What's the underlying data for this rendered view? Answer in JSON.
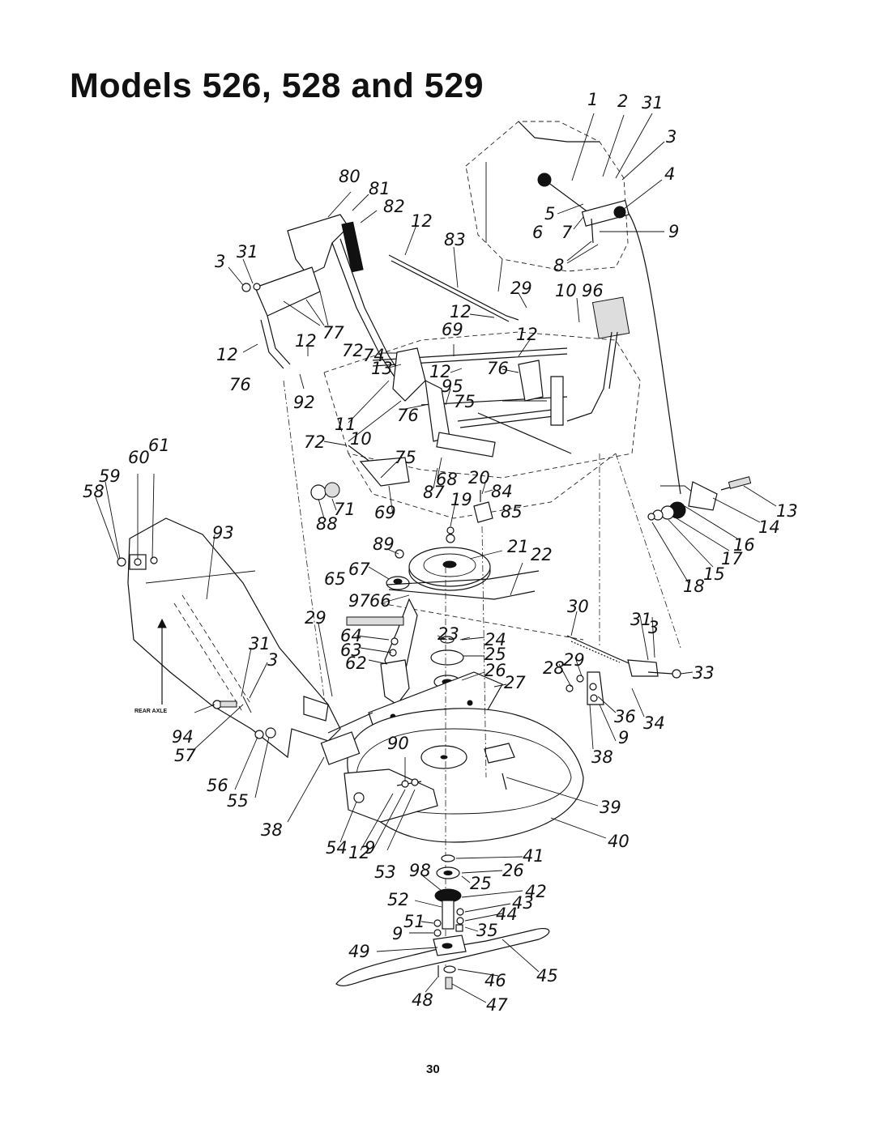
{
  "page": {
    "title": "Models 526, 528 and 529",
    "page_number": "30"
  },
  "labels": {
    "l1": "1",
    "l2": "2",
    "l31a": "31",
    "l3a": "3",
    "l4": "4",
    "l5": "5",
    "l6": "6",
    "l7": "7",
    "l9a": "9",
    "l8": "8",
    "l80": "80",
    "l81": "81",
    "l82": "82",
    "l12a": "12",
    "l83": "83",
    "l3b": "3",
    "l31b": "31",
    "l77": "77",
    "l29a": "29",
    "l10a": "10",
    "l96": "96",
    "l12b": "12",
    "l69a": "69",
    "l12c": "12",
    "l12d": "12",
    "l12e": "12",
    "l72a": "72",
    "l74": "74",
    "l13a": "13",
    "l12f": "12",
    "l76a": "76",
    "l76b": "76",
    "l92": "92",
    "l95": "95",
    "l75a": "75",
    "l76c": "76",
    "l11": "11",
    "l72b": "72",
    "l10b": "10",
    "l75b": "75",
    "l68": "68",
    "l20": "20",
    "l84": "84",
    "l87": "87",
    "l19": "19",
    "l85": "85",
    "l60": "60",
    "l61": "61",
    "l59": "59",
    "l58": "58",
    "l88": "88",
    "l71": "71",
    "l69b": "69",
    "l13b": "13",
    "l14": "14",
    "l16": "16",
    "l17": "17",
    "l15": "15",
    "l18": "18",
    "l93": "93",
    "l89": "89",
    "l21": "21",
    "l22": "22",
    "l65": "65",
    "l67": "67",
    "l97": "97",
    "l66": "66",
    "l29b": "29",
    "l64": "64",
    "l63": "63",
    "l62": "62",
    "l23": "23",
    "l24": "24",
    "l25a": "25",
    "l26a": "26",
    "l27": "27",
    "l30": "30",
    "l31c": "31",
    "l3c": "3",
    "l28": "28",
    "l29c": "29",
    "l33": "33",
    "l31d": "31",
    "l3d": "3",
    "l36": "36",
    "l34": "34",
    "l9b": "9",
    "l38a": "38",
    "l94": "94",
    "l57": "57",
    "l56": "56",
    "l55": "55",
    "l90": "90",
    "l39": "39",
    "l40": "40",
    "l38b": "38",
    "l54": "54",
    "l12g": "12",
    "l9c": "9",
    "l53": "53",
    "l98": "98",
    "l41": "41",
    "l26b": "26",
    "l25b": "25",
    "l52": "52",
    "l42": "42",
    "l43": "43",
    "l44": "44",
    "l51": "51",
    "l9d": "9",
    "l35": "35",
    "l49": "49",
    "l45": "45",
    "l46": "46",
    "l48": "48",
    "l47": "47"
  },
  "rear_axle_label": "REAR AXLE"
}
